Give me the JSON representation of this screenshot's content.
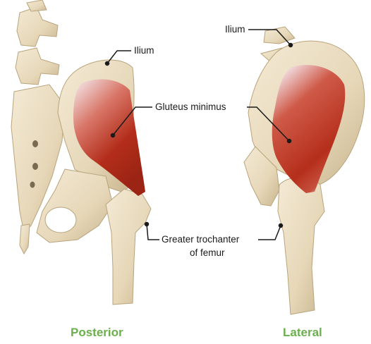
{
  "labels": {
    "ilium_posterior": "Ilium",
    "ilium_lateral": "Ilium",
    "gluteus_minimus": "Gluteus minimus",
    "greater_trochanter_line1": "Greater trochanter",
    "greater_trochanter_line2": "of femur"
  },
  "views": {
    "posterior": "Posterior",
    "lateral": "Lateral"
  },
  "colors": {
    "bone": "#e9dcc0",
    "bone_shadow": "#c9b58e",
    "muscle": "#b8301c",
    "muscle_light": "#f2e4e8",
    "view_label": "#6ab04c",
    "leader_line": "#1a1a1a"
  }
}
